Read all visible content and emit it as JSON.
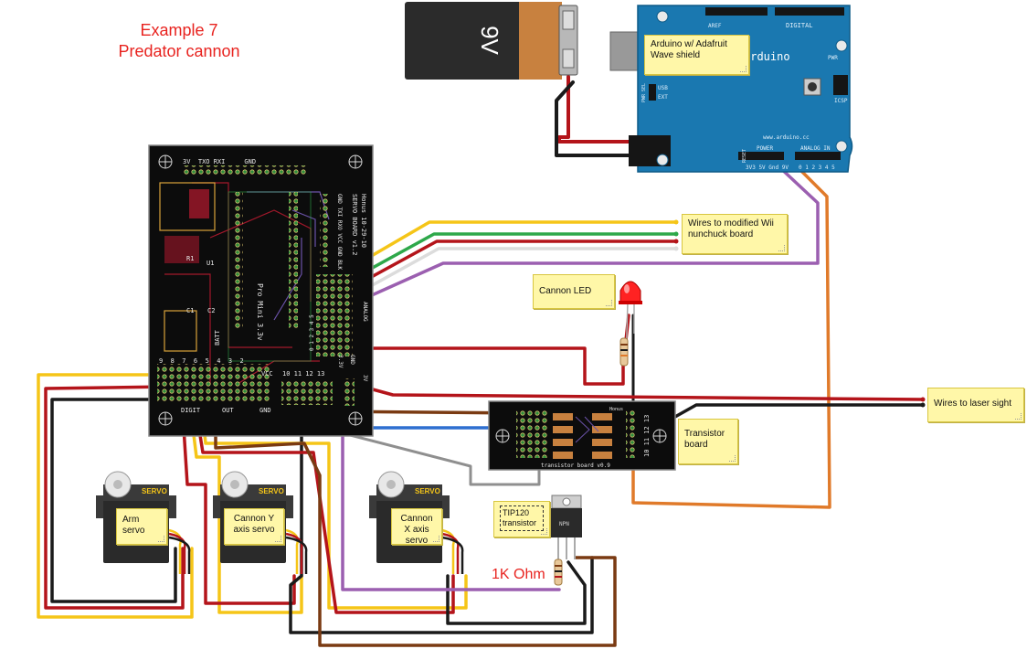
{
  "title": {
    "line1": "Example 7",
    "line2": "Predator cannon"
  },
  "battery": {
    "label": "9V"
  },
  "arduino": {
    "note": "Arduino w/ Adafruit Wave shield",
    "brand": "Arduino",
    "url": "www.arduino.cc",
    "digital_label": "DIGITAL",
    "analog_label": "ANALOG IN",
    "power_label": "POWER",
    "icsp_label": "ICSP",
    "pwr_label": "PWR",
    "usb_label": "USB",
    "ext_label": "EXT",
    "pwrsel_label": "PWR SEL",
    "reset_label": "RESET",
    "pins_power": "3V3  5V Gnd 9V",
    "pins_analog": "0 1 2 3 4 5",
    "aref": "AREF"
  },
  "servo_board": {
    "name": "SERVO BOARD v1.2",
    "date": "Honus 10-29-10",
    "mini": "Pro Mini 3.3v",
    "top_pins": "3V  TXO RXI     GND",
    "side_pins": "GND TXI RXO VCC GND BLK",
    "pins_left": "9  8  7  6  5  4  3  2",
    "pins_right": "10 11 12 13",
    "vcc": "VCC",
    "out": "OUT",
    "gnd": "GND",
    "batt": "BATT",
    "r1": "R1",
    "u1": "U1",
    "c1": "C1",
    "c2": "C2",
    "analog": "ANALOG",
    "v33": "3.3V",
    "a_nums": "0 1 2 3 4 5",
    "v3": "3V",
    "gnd2": "GND",
    "digit": "DIGIT"
  },
  "transistor_board": {
    "note": "Transistor board",
    "name": "transistor board v0.9",
    "honus": "Honus",
    "pins": "10 11 12 13"
  },
  "notes": {
    "wii": "Wires to modified Wii nunchuck board",
    "led": "Cannon LED",
    "laser": "Wires to laser sight",
    "tip120": "TIP120 transistor",
    "npn": "NPN"
  },
  "servos": [
    {
      "brand": "SERVO",
      "label": "Arm servo"
    },
    {
      "brand": "SERVO",
      "label": "Cannon Y axis servo"
    },
    {
      "brand": "SERVO",
      "label": "Cannon X axis servo"
    }
  ],
  "resistor_label": "1K Ohm",
  "colors": {
    "title_red": "#e8231f",
    "wire_red": "#b4141a",
    "wire_black": "#1a1a1a",
    "wire_yellow": "#f5c518",
    "wire_orange": "#e07a2a",
    "wire_purple": "#9b5fb0",
    "wire_green": "#2ea84a",
    "wire_blue": "#2e6fd0",
    "wire_brown": "#7a3a12",
    "wire_gray": "#8f8f8f",
    "arduino_blue": "#1a78b0",
    "note_fill": "#fff7a8"
  }
}
